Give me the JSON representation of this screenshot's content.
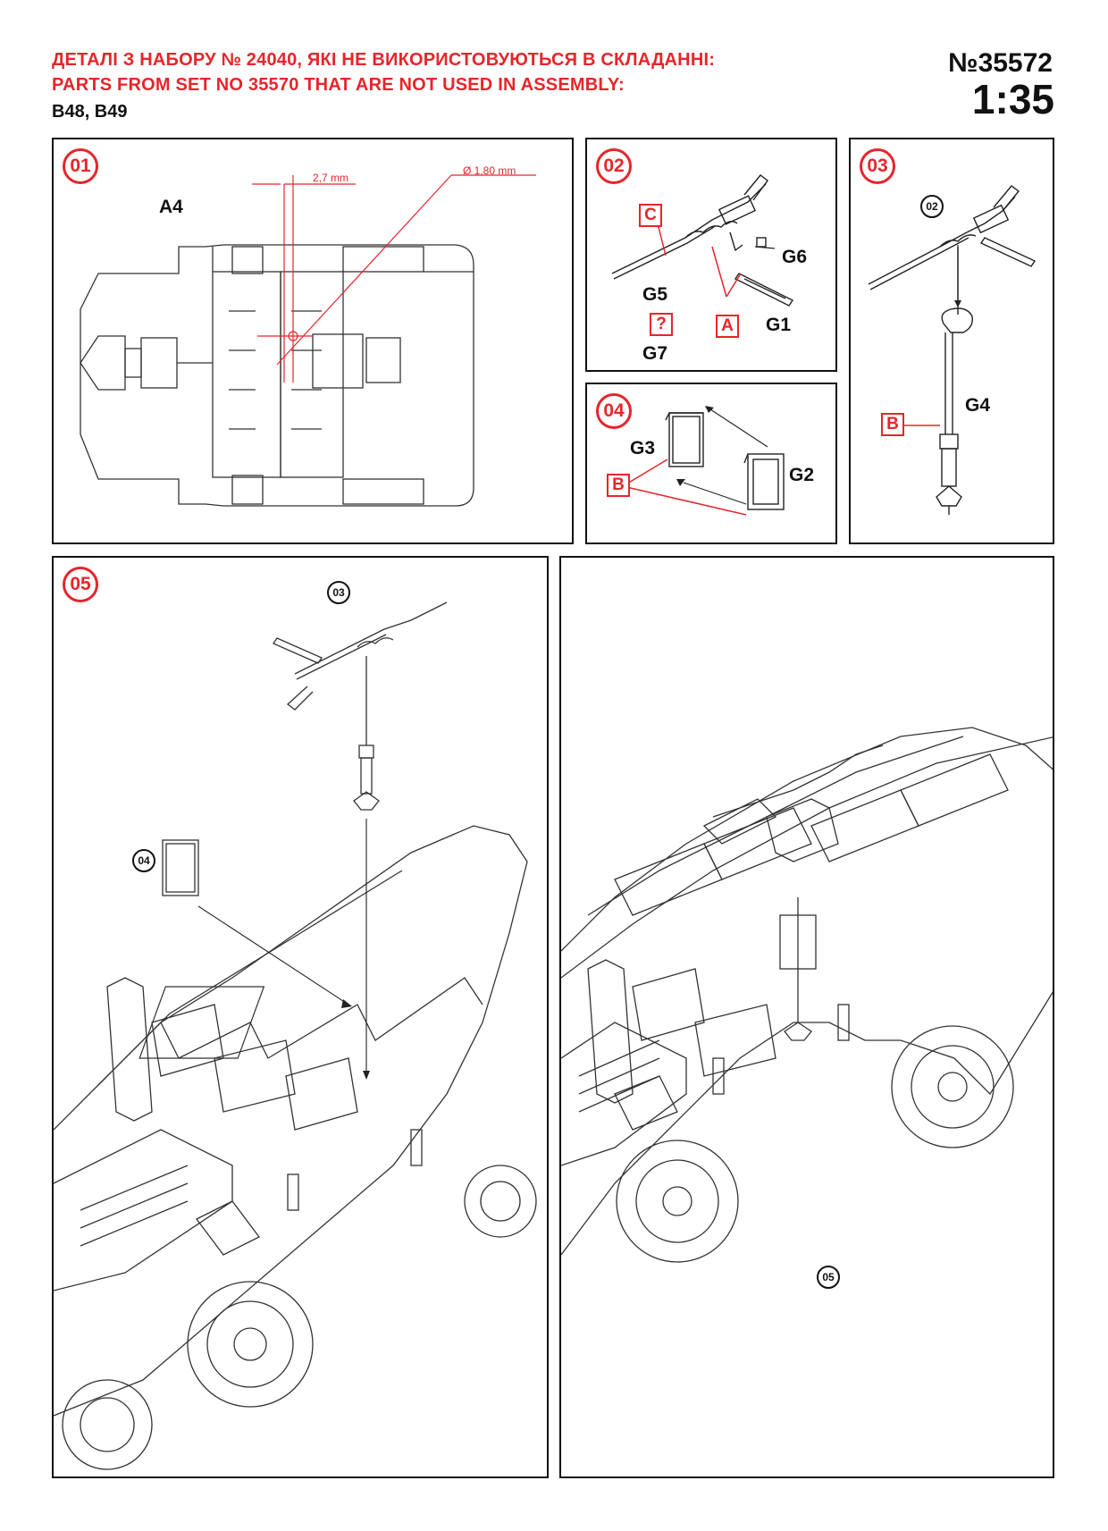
{
  "header": {
    "line_ua": "ДЕТАЛІ З НАБОРУ № 24040, ЯКІ НЕ ВИКОРИСТОВУЮТЬСЯ В СКЛАДАННІ:",
    "line_en": "PARTS FROM SET NO 35570 THAT ARE NOT USED IN ASSEMBLY:",
    "parts_list": "B48, B49",
    "set_number": "№35572",
    "scale": "1:35"
  },
  "colors": {
    "accent": "#e5262b",
    "ink": "#111111"
  },
  "steps": {
    "s01": {
      "number": "01",
      "part_label": "A4",
      "dim_offset": "2,7 mm",
      "dim_diameter": "Ø 1,80 mm"
    },
    "s02": {
      "number": "02",
      "boxes": {
        "c": "C",
        "q": "?",
        "a": "A"
      },
      "labels": {
        "g6": "G6",
        "g5": "G5",
        "g1": "G1",
        "g7": "G7"
      }
    },
    "s03": {
      "number": "03",
      "ref": "02",
      "label_g4": "G4",
      "box_b": "B"
    },
    "s04": {
      "number": "04",
      "label_g3": "G3",
      "label_g2": "G2",
      "box_b": "B"
    },
    "s05": {
      "number": "05",
      "ref_03": "03",
      "ref_04": "04"
    },
    "result": {
      "ref_05": "05"
    }
  }
}
